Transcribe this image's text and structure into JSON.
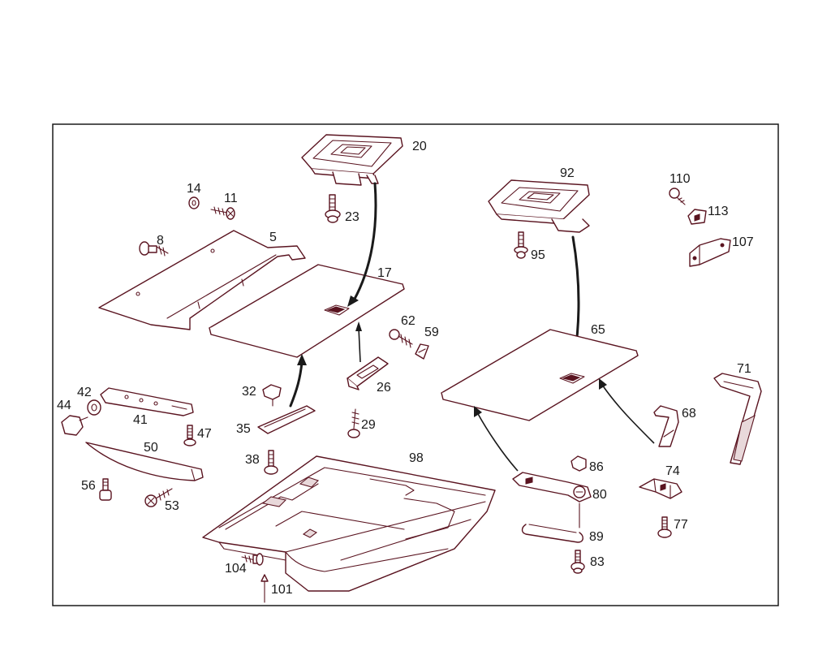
{
  "colors": {
    "ink": "#5a1420",
    "frame": "#1a1a1a",
    "text": "#1a1a1a"
  },
  "callouts": [
    {
      "id": "20",
      "text": "20"
    },
    {
      "id": "14",
      "text": "14"
    },
    {
      "id": "11",
      "text": "11"
    },
    {
      "id": "23",
      "text": "23"
    },
    {
      "id": "8",
      "text": "8"
    },
    {
      "id": "5",
      "text": "5"
    },
    {
      "id": "17",
      "text": "17"
    },
    {
      "id": "62",
      "text": "62"
    },
    {
      "id": "59",
      "text": "59"
    },
    {
      "id": "42",
      "text": "42"
    },
    {
      "id": "44",
      "text": "44"
    },
    {
      "id": "41",
      "text": "41"
    },
    {
      "id": "32",
      "text": "32"
    },
    {
      "id": "26",
      "text": "26"
    },
    {
      "id": "35",
      "text": "35"
    },
    {
      "id": "29",
      "text": "29"
    },
    {
      "id": "47",
      "text": "47"
    },
    {
      "id": "50",
      "text": "50"
    },
    {
      "id": "38",
      "text": "38"
    },
    {
      "id": "98",
      "text": "98"
    },
    {
      "id": "56",
      "text": "56"
    },
    {
      "id": "53",
      "text": "53"
    },
    {
      "id": "104",
      "text": "104"
    },
    {
      "id": "101",
      "text": "101"
    },
    {
      "id": "92",
      "text": "92"
    },
    {
      "id": "110",
      "text": "110"
    },
    {
      "id": "113",
      "text": "113"
    },
    {
      "id": "107",
      "text": "107"
    },
    {
      "id": "95",
      "text": "95"
    },
    {
      "id": "65",
      "text": "65"
    },
    {
      "id": "71",
      "text": "71"
    },
    {
      "id": "68",
      "text": "68"
    },
    {
      "id": "86",
      "text": "86"
    },
    {
      "id": "74",
      "text": "74"
    },
    {
      "id": "80",
      "text": "80"
    },
    {
      "id": "89",
      "text": "89"
    },
    {
      "id": "77",
      "text": "77"
    },
    {
      "id": "83",
      "text": "83"
    }
  ]
}
